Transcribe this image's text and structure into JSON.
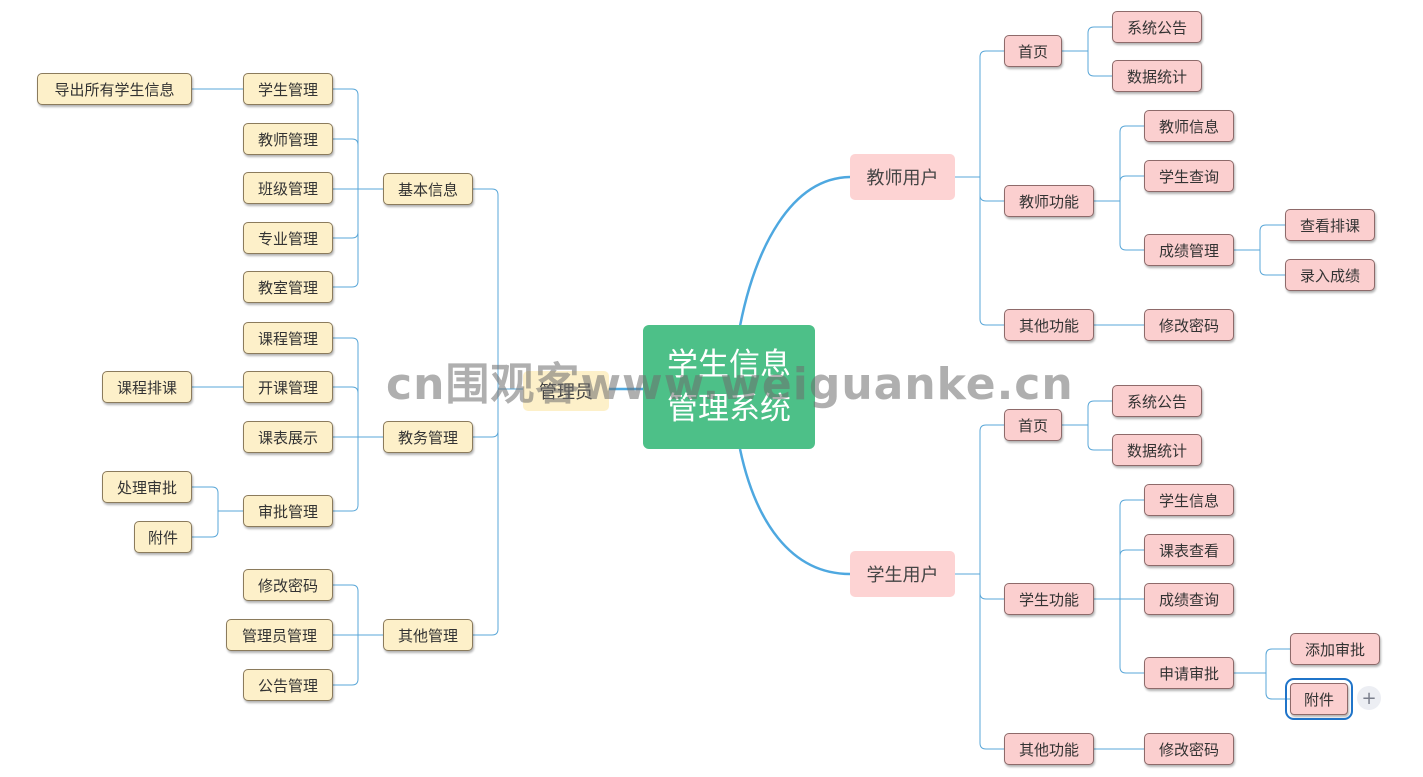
{
  "root": {
    "line1": "学生信息",
    "line2": "管理系统"
  },
  "admin": {
    "label": "管理员",
    "basic": {
      "label": "基本信息",
      "student": "学生管理",
      "export": "导出所有学生信息",
      "teacher": "教师管理",
      "class": "班级管理",
      "major": "专业管理",
      "room": "教室管理"
    },
    "affairs": {
      "label": "教务管理",
      "course": "课程管理",
      "open": "开课管理",
      "schedule": "课程排课",
      "timetable": "课表展示",
      "approval": "审批管理",
      "process": "处理审批",
      "attach": "附件"
    },
    "other": {
      "label": "其他管理",
      "password": "修改密码",
      "admins": "管理员管理",
      "notice": "公告管理"
    }
  },
  "teacher": {
    "label": "教师用户",
    "home": {
      "label": "首页",
      "notice": "系统公告",
      "stats": "数据统计"
    },
    "func": {
      "label": "教师功能",
      "info": "教师信息",
      "query": "学生查询",
      "grades": "成绩管理",
      "view": "查看排课",
      "enter": "录入成绩"
    },
    "other": {
      "label": "其他功能",
      "password": "修改密码"
    }
  },
  "student": {
    "label": "学生用户",
    "home": {
      "label": "首页",
      "notice": "系统公告",
      "stats": "数据统计"
    },
    "func": {
      "label": "学生功能",
      "info": "学生信息",
      "timetable": "课表查看",
      "grades": "成绩查询",
      "apply": "申请审批",
      "add": "添加审批",
      "attach": "附件"
    },
    "other": {
      "label": "其他功能",
      "password": "修改密码"
    }
  },
  "ui": {
    "plus": "+",
    "watermark": "cn围观客www.weiguanke.cn"
  },
  "colors": {
    "root": "#4dc088",
    "curve": "#4ea8e0",
    "line": "#5aa7d8",
    "yellow": "#fdf0c9",
    "pink": "#fbcfcf",
    "select": "#1f74c9"
  }
}
